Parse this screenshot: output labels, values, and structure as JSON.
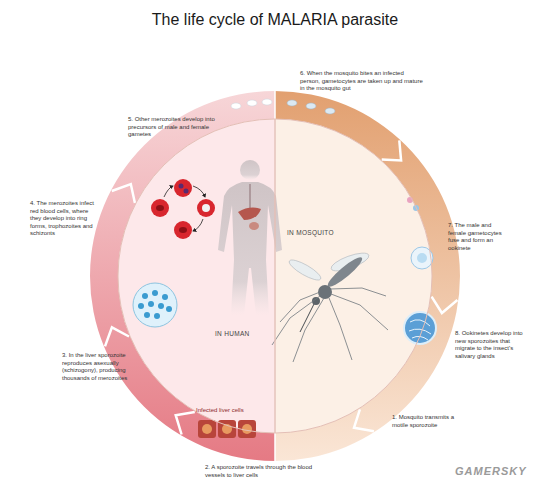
{
  "diagram": {
    "title": "The life cycle of MALARIA parasite",
    "nodes": [
      {
        "text": [
          "IN HUMAN"
        ]
      },
      {
        "text": [
          "IN MOSQUITO"
        ]
      }
    ],
    "labels": [
      "6. When the mosquito bites an infected person, gametocytes are taken up and mature in the mosquito gut",
      "5. Other merozoites develop into precursors of male and female gametes",
      "4. The merozoites infect red blood cells, where they develop into ring forms, trophozoites and schizonts",
      "3. In the liver sporozoite reproduces asexually (schizogony), producing thousands of merozoites",
      "Infected liver cells",
      "2. A sporozoite travels through the blood vessels to liver cells",
      "1. Mosquito transmits a motile sporozoite",
      "7. The male and female gametocytes fuse and form an ookinete",
      "8. Ookinetes develop into new sporozoites that migrate to the insect's salivary glands",
      "GAMERSKY"
    ]
  }
}
